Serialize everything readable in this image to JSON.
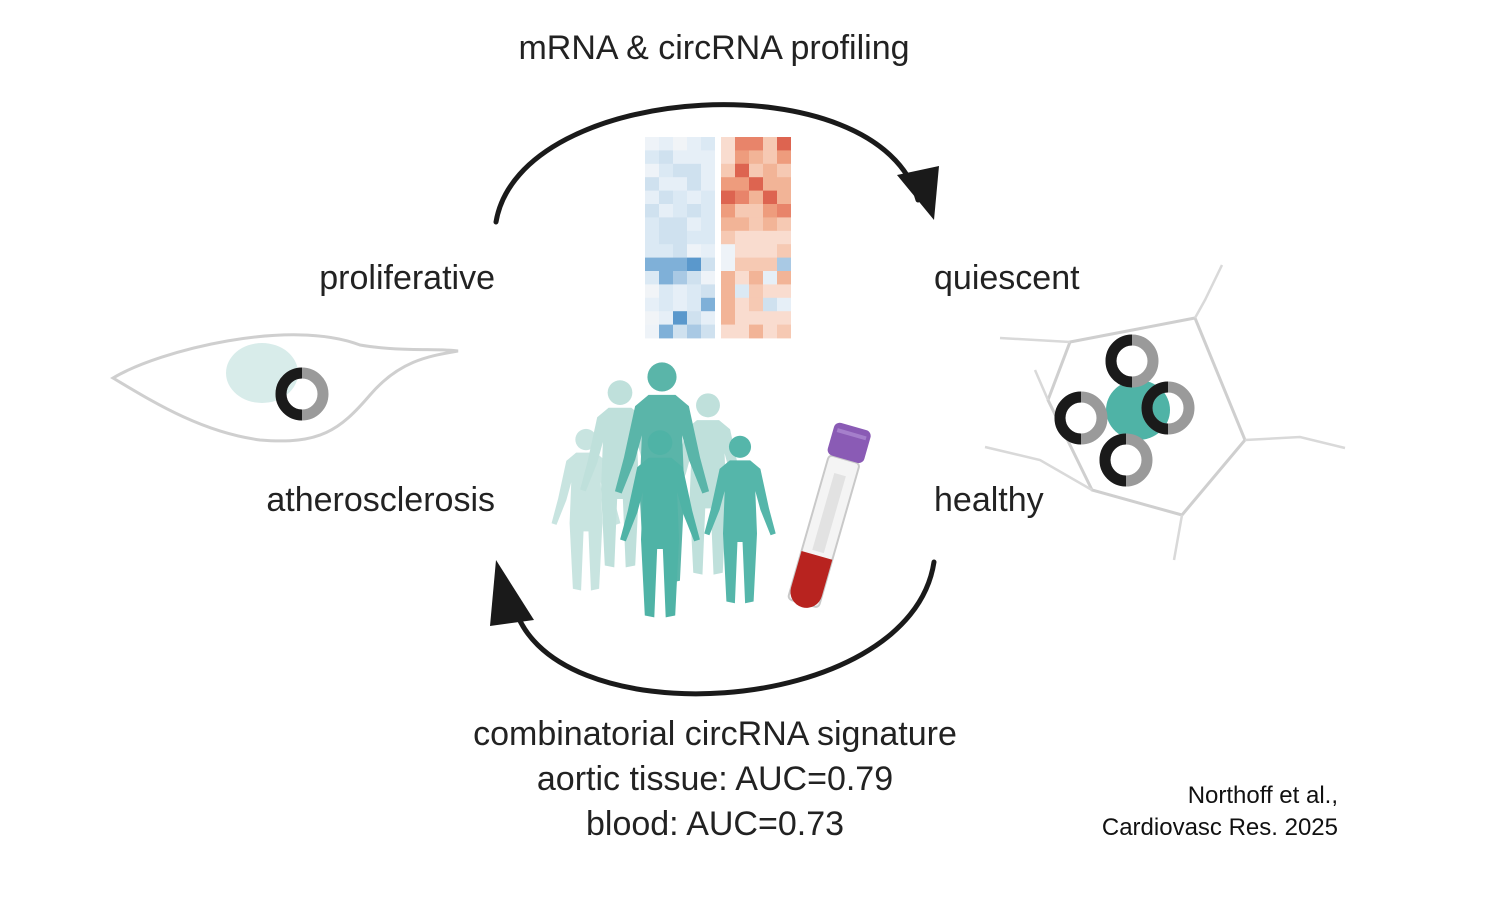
{
  "top_label": "mRNA & circRNA profiling",
  "left_labels": {
    "upper": "proliferative",
    "lower": "atherosclerosis"
  },
  "right_labels": {
    "upper": "quiescent",
    "lower": "healthy"
  },
  "bottom_labels": {
    "line1": "combinatorial circRNA signature",
    "line2": "aortic tissue: AUC=0.79",
    "line3": "blood: AUC=0.73"
  },
  "citation": {
    "line1": "Northoff et al.,",
    "line2": "Cardiovasc Res. 2025"
  },
  "icons": {
    "heatmap": "heatmap-icon",
    "proliferative_cell": "spindle-cell-icon",
    "quiescent_cell": "polygonal-cell-icon",
    "circrna": "circrna-ring-icon",
    "population": "human-population-icon",
    "blood_tube": "blood-tube-icon"
  },
  "colors": {
    "arrow": "#1a1a1a",
    "teal": "#4fb3a6",
    "teal_light": "#a9d6cf",
    "nucleus_light": "#d8ecea",
    "ring_dark": "#1a1a1a",
    "ring_grey": "#9a9a9a",
    "cell_outline": "#cfcfcf",
    "tube_cap": "#8a5bb5",
    "blood": "#b8231f"
  }
}
